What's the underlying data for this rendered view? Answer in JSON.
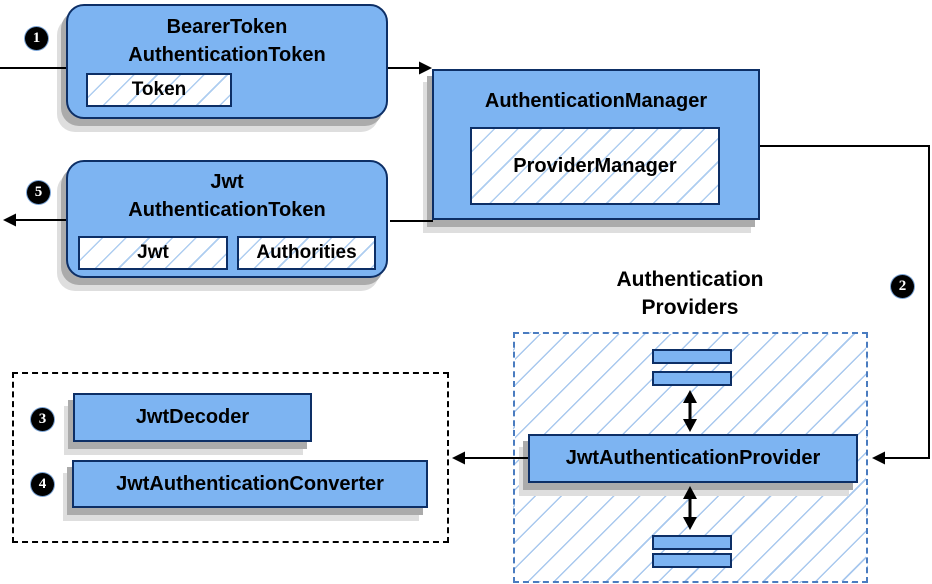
{
  "nodes": {
    "bearer_token": {
      "title_line1": "BearerToken",
      "title_line2": "AuthenticationToken",
      "chip": "Token"
    },
    "authentication_manager": {
      "title": "AuthenticationManager",
      "chip": "ProviderManager"
    },
    "jwt_authentication_token": {
      "title_line1": "Jwt",
      "title_line2": "AuthenticationToken",
      "chip_jwt": "Jwt",
      "chip_authorities": "Authorities"
    },
    "providers_group": {
      "label_line1": "Authentication",
      "label_line2": "Providers",
      "provider": "JwtAuthenticationProvider"
    },
    "converters_group": {
      "decoder": "JwtDecoder",
      "converter": "JwtAuthenticationConverter"
    }
  },
  "badges": {
    "step1": "1",
    "step2": "2",
    "step3": "3",
    "step4": "4",
    "step5": "5"
  },
  "colors": {
    "node_fill": "#7db4f2",
    "node_border": "#0d2f66",
    "hatch_line": "#aecdf0",
    "dashed_blue_border": "#4a7cc0",
    "dashed_black_border": "#000000",
    "arrow": "#000000",
    "shadow": "#ababab"
  }
}
